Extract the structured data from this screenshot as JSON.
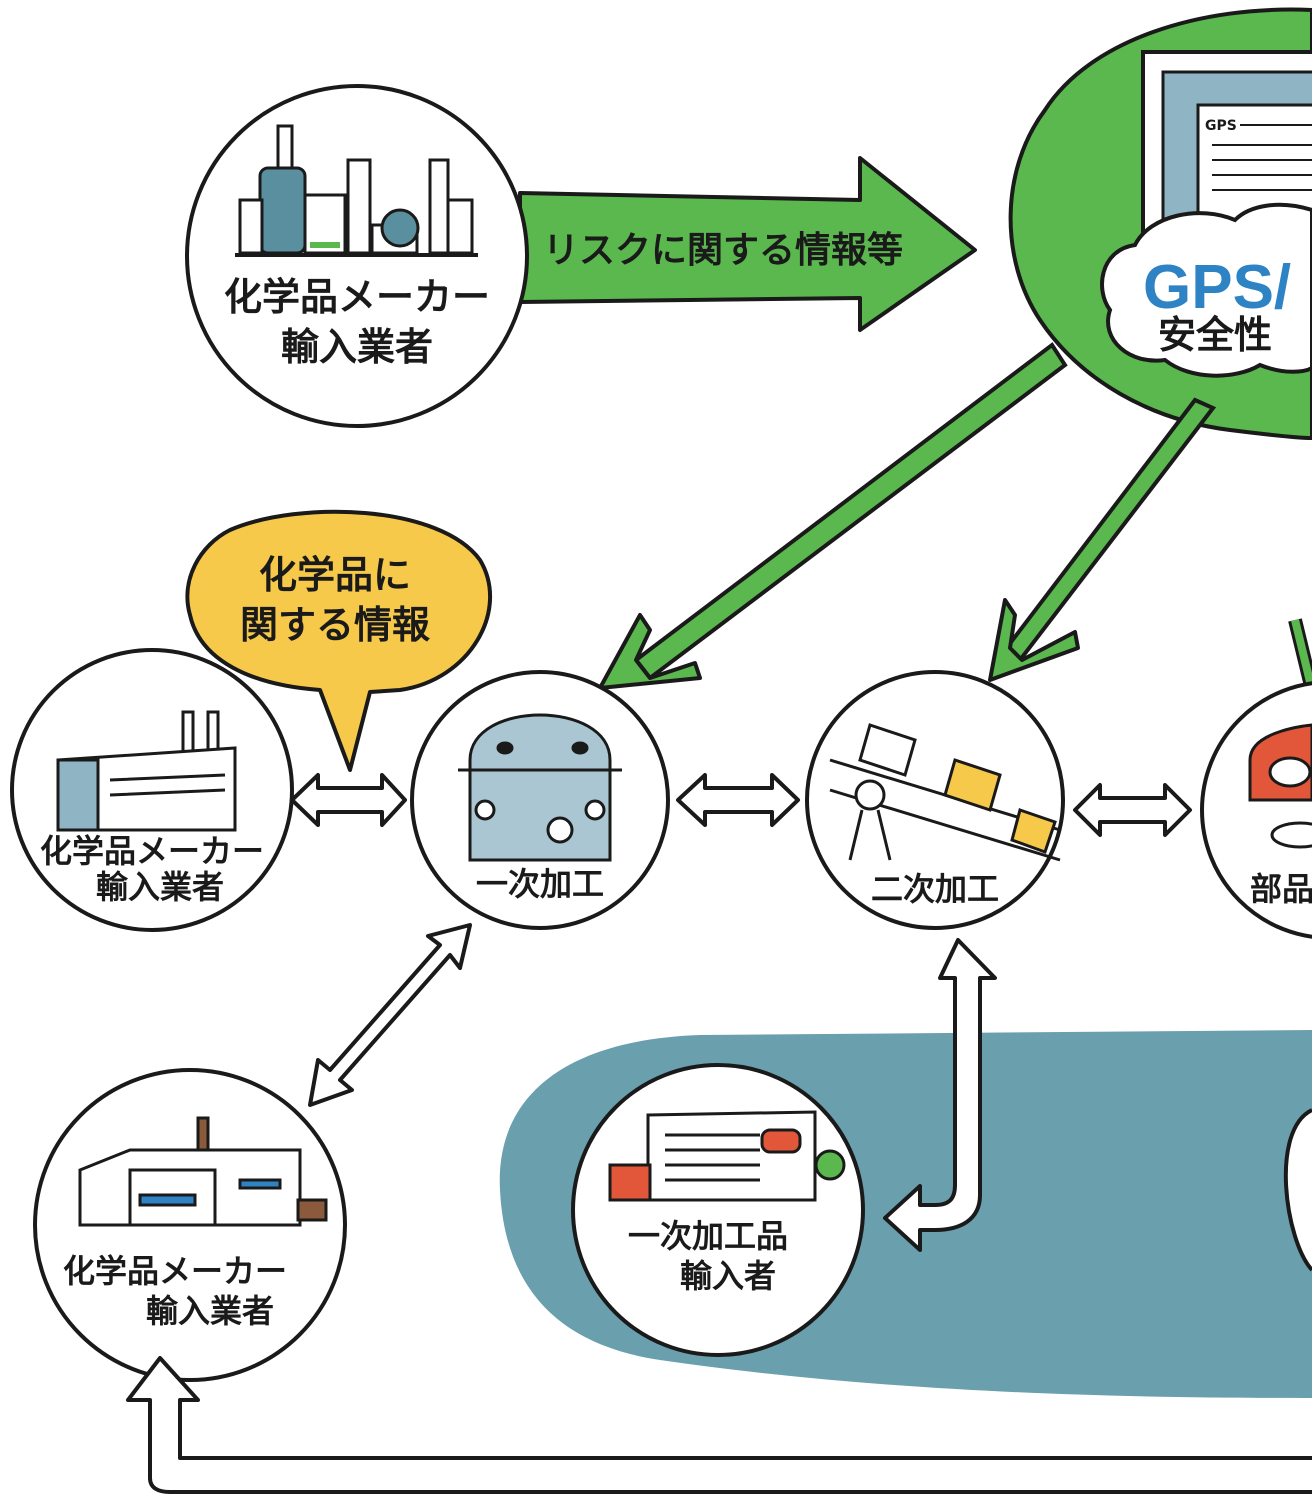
{
  "colors": {
    "green": "#5bb84f",
    "blue_lake": "#6a9fae",
    "yellow_bubble": "#f6c94a",
    "ink": "#1a1a1a",
    "gps_blue": "#2d83c4",
    "accent_red": "#e2573a"
  },
  "top": {
    "maker_line1": "化学品メーカー",
    "maker_line2": "輸入業者",
    "arrow_label": "リスクに関する情報等"
  },
  "gps": {
    "doc_header": "GPS",
    "big_label": "GPS/",
    "sub_label": "安全性"
  },
  "bubble": {
    "line1": "化学品に",
    "line2": "関する情報"
  },
  "nodes": {
    "maker_mid_line1": "化学品メーカー",
    "maker_mid_line2": "輸入業者",
    "primary": "一次加工",
    "secondary": "二次加工",
    "parts": "部品",
    "maker_bottom_line1": "化学品メーカー",
    "maker_bottom_line2": "輸入業者",
    "importer_line1": "一次加工品",
    "importer_line2": "輸入者"
  }
}
